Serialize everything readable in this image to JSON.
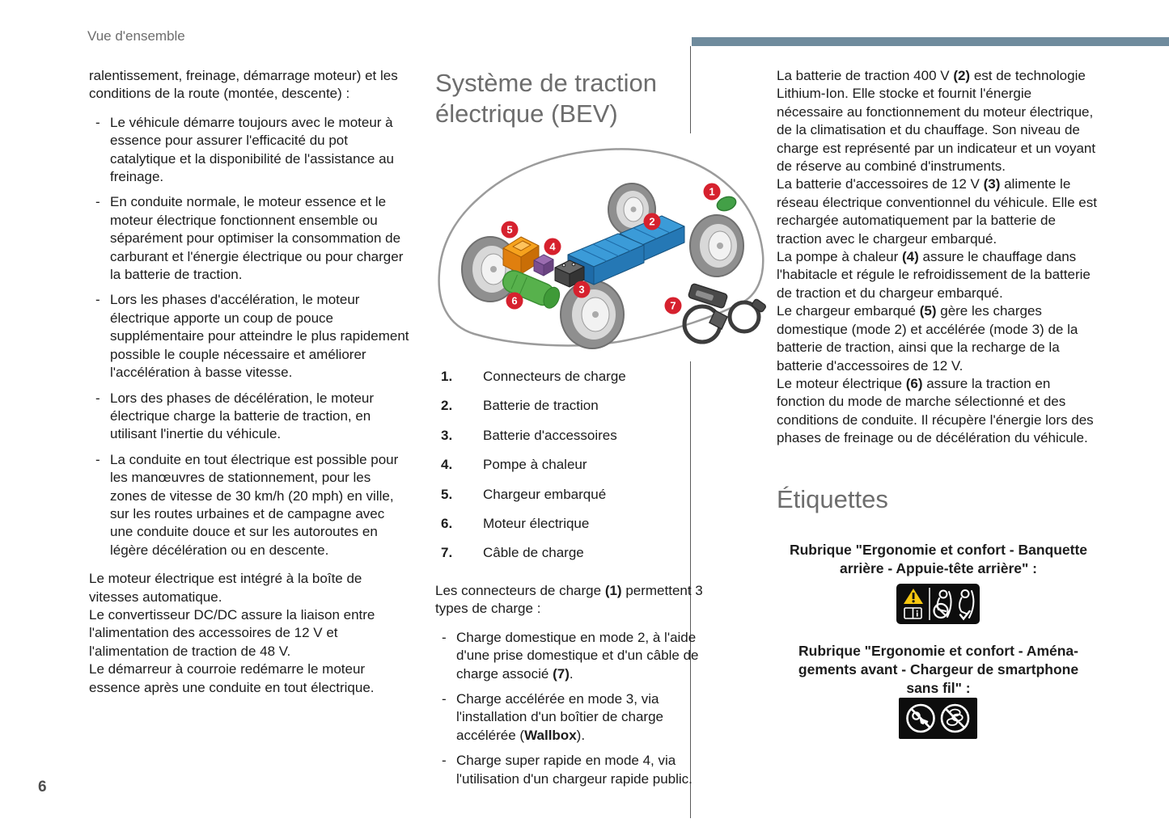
{
  "page": {
    "eyebrow": "Vue d'ensemble",
    "number": "6"
  },
  "left": {
    "intro": "ralentissement, freinage, démarrage moteur) et les conditions de la route (montée, descente) :",
    "bullet_marker": "-",
    "bullets": [
      "Le véhicule démarre toujours avec le moteur à essence pour assurer l'efficacité du pot catalytique et la disponibilité de l'assistance au freinage.",
      "En conduite normale, le moteur essence et le moteur électrique fonctionnent ensemble ou séparément pour optimiser la consommation de carburant et l'énergie électrique ou pour charger la batterie de traction.",
      "Lors les phases d'accélération, le moteur électrique apporte un coup de pouce supplémentaire pour atteindre le plus rapidement possible le couple nécessaire et améliorer l'accélération à basse vitesse.",
      "Lors des phases de décélération, le moteur électrique charge la batterie de traction, en utilisant l'inertie du véhicule.",
      "La conduite en tout électrique est possible pour les manœuvres de stationnement, pour les zones de vitesse de 30 km/h (20 mph) en ville, sur les routes urbaines et de campagne avec une conduite douce et sur les autoroutes en légère décélération ou en descente."
    ],
    "paragraphs": [
      "Le moteur électrique est intégré à la boîte de vitesses automatique.",
      "Le convertisseur DC/DC assure la liaison entre l'alimentation des accessoires de 12 V et l'alimentation de traction de 48 V.",
      "Le démarreur à courroie redémarre le moteur essence après une conduite en tout électrique."
    ]
  },
  "middle": {
    "title": "Système de traction électrique (BEV)",
    "diagram": {
      "badges": [
        "1",
        "2",
        "3",
        "4",
        "5",
        "6",
        "7"
      ],
      "component_colors": {
        "traction_battery_blue": "#2e86c1",
        "onboard_charger_orange": "#ef8f13",
        "heat_pump_purple": "#8a5ba3",
        "accessory_battery_grey": "#4a4a4a",
        "electric_motor_green": "#57b14c",
        "charge_connector_green": "#43a047",
        "badge_red": "#d6212e"
      }
    },
    "legend": [
      {
        "num": "1.",
        "label": "Connecteurs de charge"
      },
      {
        "num": "2.",
        "label": "Batterie de traction"
      },
      {
        "num": "3.",
        "label": "Batterie d'accessoires"
      },
      {
        "num": "4.",
        "label": "Pompe à chaleur"
      },
      {
        "num": "5.",
        "label": "Chargeur embarqué"
      },
      {
        "num": "6.",
        "label": "Moteur électrique"
      },
      {
        "num": "7.",
        "label": "Câble de charge"
      }
    ],
    "connectors_intro": [
      {
        "t": "Les connecteurs de charge "
      },
      {
        "t": "(1)",
        "b": true
      },
      {
        "t": " permettent 3 types de charge :"
      }
    ],
    "charge_bullets": [
      [
        {
          "t": "Charge domestique en mode 2, à l'aide d'une prise domestique et d'un câble de charge associé "
        },
        {
          "t": "(7)",
          "b": true
        },
        {
          "t": "."
        }
      ],
      [
        {
          "t": "Charge accélérée en mode 3, via l'installation d'un boîtier de charge accélérée ("
        },
        {
          "t": "Wallbox",
          "b": true
        },
        {
          "t": ")."
        }
      ],
      [
        {
          "t": "Charge super rapide en mode 4, via l'utilisation d'un chargeur rapide public."
        }
      ]
    ]
  },
  "right": {
    "paragraphs": [
      [
        {
          "t": "La batterie de traction 400 V "
        },
        {
          "t": "(2)",
          "b": true
        },
        {
          "t": " est de technologie Lithium-Ion. Elle stocke et fournit l'énergie nécessaire au fonctionnement du moteur électrique, de la climatisation et du chauffage. Son niveau de charge est représenté par un indicateur et un voyant de réserve au combiné d'instruments."
        }
      ],
      [
        {
          "t": "La batterie d'accessoires de 12 V "
        },
        {
          "t": "(3)",
          "b": true
        },
        {
          "t": " alimente le réseau électrique conventionnel du véhicule. Elle est rechargée automatiquement par la batterie de traction avec le chargeur embarqué."
        }
      ],
      [
        {
          "t": "La pompe à chaleur "
        },
        {
          "t": "(4)",
          "b": true
        },
        {
          "t": " assure le chauffage dans l'habitacle et régule le refroidissement de la batterie de traction et du chargeur embarqué."
        }
      ],
      [
        {
          "t": "Le chargeur embarqué "
        },
        {
          "t": "(5)",
          "b": true
        },
        {
          "t": " gère les charges domestique (mode 2) et accélérée (mode 3) de la batterie de traction, ainsi que la recharge de la batterie d'accessoires de 12 V."
        }
      ],
      [
        {
          "t": "Le moteur électrique "
        },
        {
          "t": "(6)",
          "b": true
        },
        {
          "t": " assure la traction en fonction du mode de marche sélectionné et des conditions de conduite. Il récupère l'énergie lors des phases de freinage ou de décélération du véhicule."
        }
      ]
    ],
    "labels_title": "Étiquettes",
    "rubrique1_lines": [
      "Rubrique \"Ergonomie et confort - Banquette",
      "arrière - Appuie-tête arrière\" :"
    ],
    "rubrique2_lines": [
      "Rubrique \"Ergonomie et confort - Aména-",
      "gements avant - Chargeur de smartphone",
      "sans fil\" :"
    ],
    "sticker1_icons": [
      "warning-triangle",
      "owner-manual-book",
      "headrest-misuse-prohibited",
      "headrest-correct-use"
    ],
    "sticker2_icons": [
      "no-keys",
      "no-coins"
    ]
  },
  "colors": {
    "accent_bar": "#6f8b9d",
    "heading_grey": "#6d6d6d",
    "body_text": "#1c1c1c"
  }
}
